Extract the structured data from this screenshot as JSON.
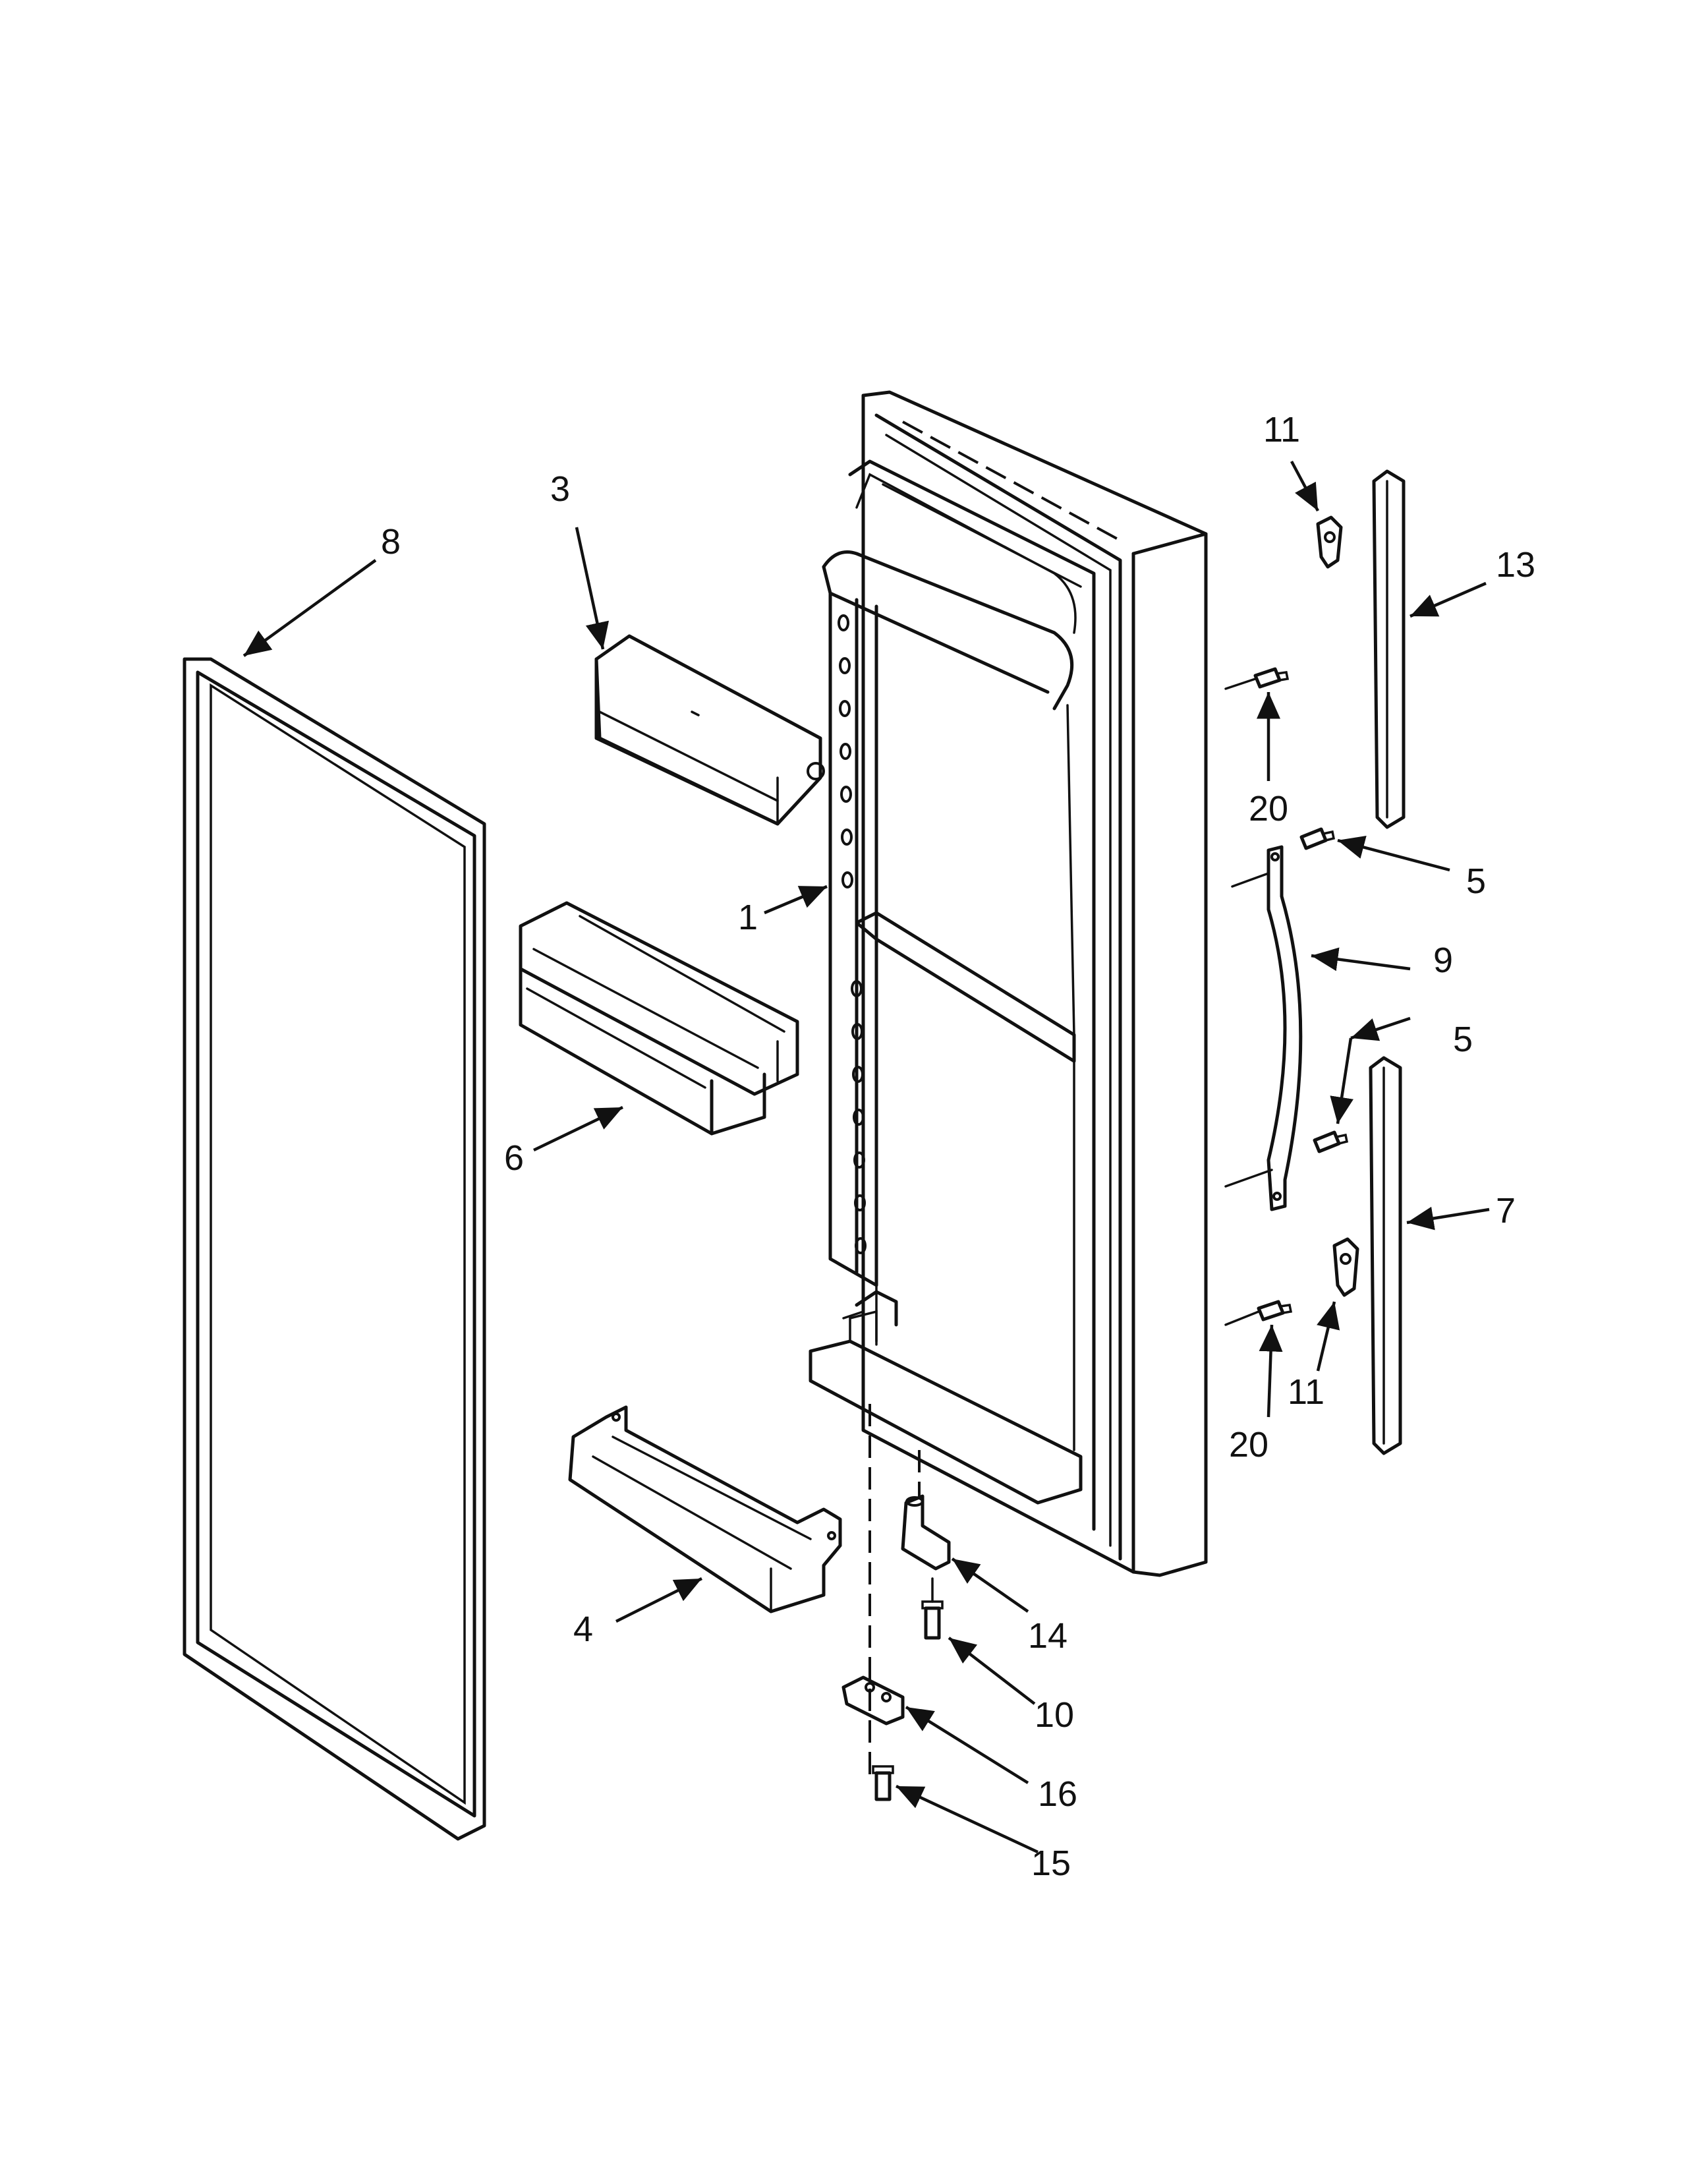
{
  "diagram": {
    "callouts": [
      {
        "id": "8",
        "text": "8"
      },
      {
        "id": "3",
        "text": "3"
      },
      {
        "id": "1",
        "text": "1"
      },
      {
        "id": "6",
        "text": "6"
      },
      {
        "id": "4",
        "text": "4"
      },
      {
        "id": "11a",
        "text": "11"
      },
      {
        "id": "13",
        "text": "13"
      },
      {
        "id": "20a",
        "text": "20"
      },
      {
        "id": "5a",
        "text": "5"
      },
      {
        "id": "9",
        "text": "9"
      },
      {
        "id": "5b",
        "text": "5"
      },
      {
        "id": "7",
        "text": "7"
      },
      {
        "id": "11b",
        "text": "11"
      },
      {
        "id": "20b",
        "text": "20"
      },
      {
        "id": "14",
        "text": "14"
      },
      {
        "id": "10",
        "text": "10"
      },
      {
        "id": "16",
        "text": "16"
      },
      {
        "id": "15",
        "text": "15"
      }
    ]
  }
}
